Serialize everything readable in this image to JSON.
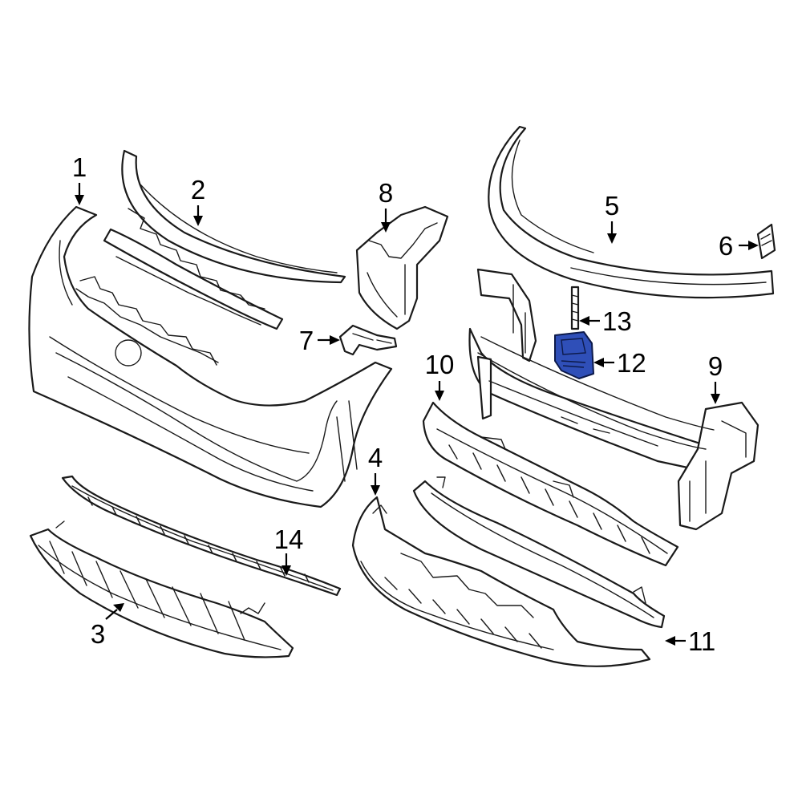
{
  "callouts": {
    "c1": "1",
    "c2": "2",
    "c3": "3",
    "c4": "4",
    "c5": "5",
    "c6": "6",
    "c7": "7",
    "c8": "8",
    "c9": "9",
    "c10": "10",
    "c11": "11",
    "c12": "12",
    "c13": "13",
    "c14": "14"
  },
  "colors": {
    "highlight": "#2f4fb8",
    "line": "#1a1a1a",
    "background": "#ffffff"
  }
}
